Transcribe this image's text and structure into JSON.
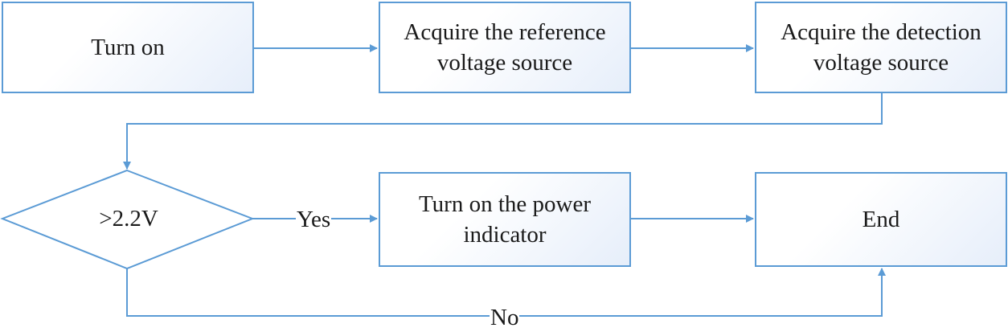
{
  "nodes": {
    "turn_on": {
      "line1": "Turn on"
    },
    "acquire_reference": {
      "line1": "Acquire the reference",
      "line2": "voltage source"
    },
    "acquire_detection": {
      "line1": "Acquire the detection",
      "line2": "voltage source"
    },
    "decision": {
      "label": ">2.2V"
    },
    "power_indicator": {
      "line1": "Turn on the power",
      "line2": "indicator"
    },
    "end": {
      "line1": "End"
    }
  },
  "edges": {
    "yes_label": "Yes",
    "no_label": "No"
  },
  "colors": {
    "stroke": "#5b9bd5",
    "box_gradient_end": "#e6eefa",
    "text": "#1a1a1a"
  }
}
